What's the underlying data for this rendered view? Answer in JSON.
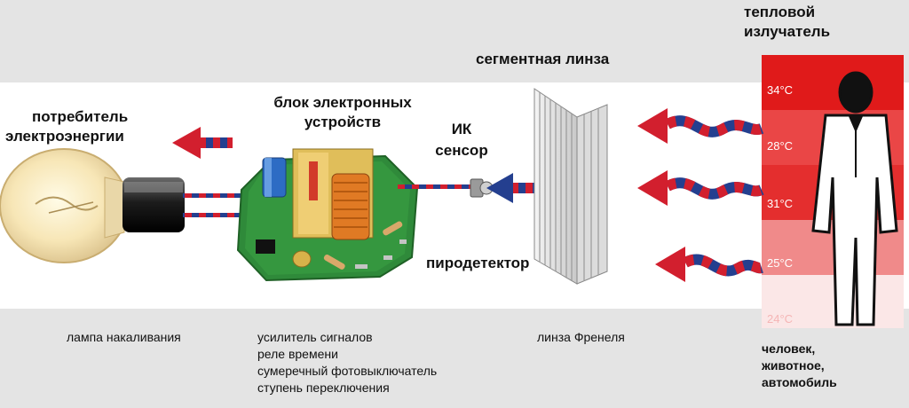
{
  "labels": {
    "heat_emitter": [
      "тепловой",
      "излучатель"
    ],
    "segment_lens": "сегментная линза",
    "consumer": [
      "потребитель",
      "электроэнергии"
    ],
    "electronics_block": [
      "блок электронных",
      "устройств"
    ],
    "ir_sensor": [
      "ИК",
      "сенсор"
    ],
    "pyrodetector": "пиродетектор"
  },
  "captions": {
    "lamp": "лампа накаливания",
    "electronics": [
      "усилитель сигналов",
      "реле времени",
      "сумеречный фотовыключатель",
      "ступень переключения"
    ],
    "fresnel": "линза Френеля",
    "source": [
      "человек,",
      "животное,",
      "автомобиль"
    ]
  },
  "temperatures": [
    "34°C",
    "28°C",
    "31°C",
    "25°C",
    "24°C"
  ],
  "colors": {
    "arrow_red": "#d21f2e",
    "arrow_blue": "#243f8f",
    "board_green": "#2f8a3a",
    "heat_top": "#e01a1a",
    "heat_bottom": "#fbe7e7"
  },
  "icons": [
    "light-bulb-icon",
    "circuit-board-icon",
    "ir-sensor-icon",
    "fresnel-lens-icon",
    "human-figure-icon",
    "heat-wave-arrow-icon"
  ]
}
